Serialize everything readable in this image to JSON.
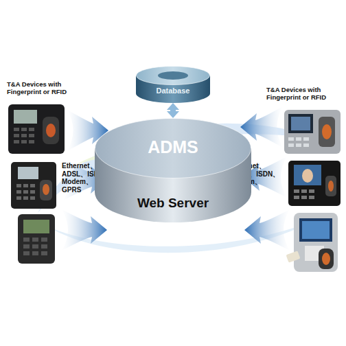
{
  "diagram": {
    "nodes": [
      {
        "text": [
          "Database"
        ]
      },
      {
        "text": [
          "ADMS",
          "Web Server"
        ]
      }
    ],
    "edges": [
      {
        "from": 0,
        "to": 1,
        "arrow": "both"
      }
    ],
    "labels": [
      "T&A Devices with Fingerprint or RFID",
      "T&A Devices with Fingerprint or RFID",
      "Ethernet、 ADSL、ISDN、 Modem、 GPRS",
      "Ethernet、 ADSL、ISDN、 Modem、 GPRS"
    ]
  }
}
